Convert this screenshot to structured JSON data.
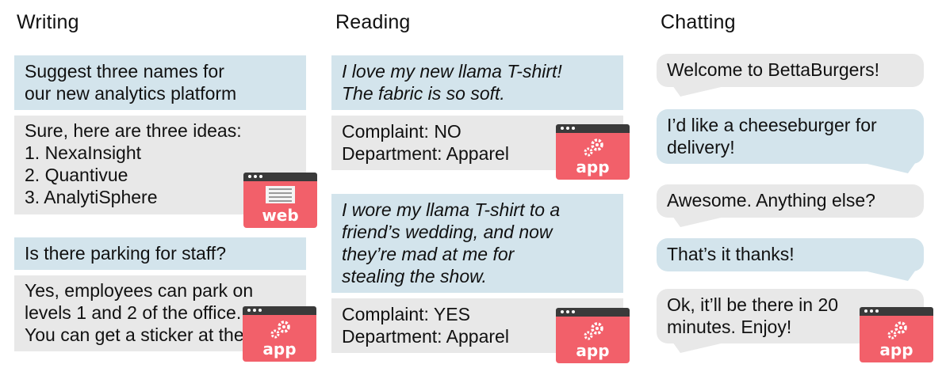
{
  "columns": {
    "writing": {
      "title": "Writing",
      "prompt1": "Suggest three names for our new analytics platform",
      "prompt1_lines": [
        "Suggest three names for",
        "our new analytics platform"
      ],
      "response1_lines": [
        "Sure, here are three ideas:",
        "1. NexaInsight",
        "2. Quantivue",
        "3. AnalytiSphere"
      ],
      "prompt2": "Is there parking for staff?",
      "response2_lines": [
        "Yes, employees can park on",
        "levels 1 and 2 of the office.",
        "You can get a sticker at the"
      ],
      "badge1": "web",
      "badge2": "app"
    },
    "reading": {
      "title": "Reading",
      "input1_lines": [
        "I love my new llama T-shirt!",
        "The fabric is so soft."
      ],
      "output1_lines": [
        "Complaint: NO",
        "Department: Apparel"
      ],
      "input2_lines": [
        "I wore my llama T-shirt to a",
        "friend’s wedding, and now",
        "they’re mad at me for",
        "stealing the show."
      ],
      "output2_lines": [
        "Complaint: YES",
        "Department: Apparel"
      ],
      "badge1": "app",
      "badge2": "app"
    },
    "chatting": {
      "title": "Chatting",
      "messages": [
        {
          "lines": [
            "Welcome to BettaBurgers!"
          ]
        },
        {
          "lines": [
            "I’d like a cheeseburger for",
            "delivery!"
          ]
        },
        {
          "lines": [
            "Awesome. Anything else?"
          ]
        },
        {
          "lines": [
            "That’s it thanks!"
          ]
        },
        {
          "lines": [
            "Ok, it’ll be there in 20",
            "minutes. Enjoy!"
          ]
        }
      ],
      "badge": "app"
    }
  },
  "colors": {
    "prompt_blue": "#d3e4ec",
    "response_grey": "#e8e8e8",
    "badge_red": "#f2606a",
    "badge_bar": "#3a3a3a"
  },
  "icons": [
    "web-window-icon",
    "gear-app-icon"
  ]
}
